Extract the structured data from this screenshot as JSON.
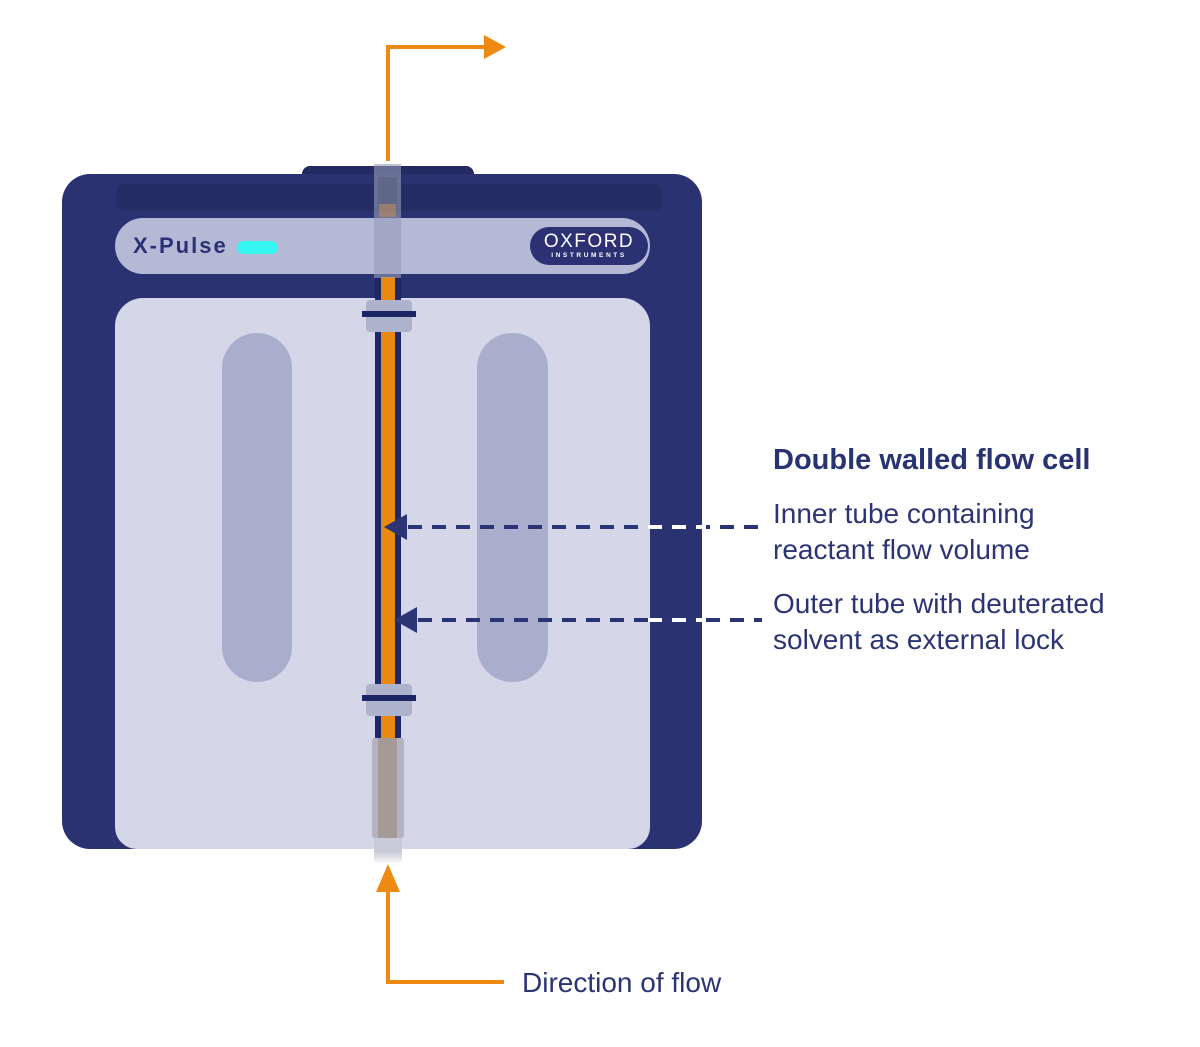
{
  "branding": {
    "product_name": "X-Pulse",
    "logo_primary": "OXFORD",
    "logo_secondary": "INSTRUMENTS"
  },
  "annotations": {
    "title": "Double walled flow cell",
    "labels": [
      {
        "line1": "Inner tube containing",
        "line2": "reactant flow volume"
      },
      {
        "line1": "Outer tube with deuterated",
        "line2": "solvent as external lock"
      }
    ],
    "flow_label": "Direction of flow"
  },
  "colors": {
    "body_navy": "#2b3272",
    "dark_navy": "#232a61",
    "tube_wall_navy": "#1d2769",
    "accent_orange": "#ee8a12",
    "tube_orange": "#e98a0e",
    "indicator_cyan": "#35f6f0",
    "header_lavender": "#b4b9d6",
    "panel_lavender": "#d5d7e8",
    "slot_lavender": "#a9aecd",
    "fitting_gray": "#aeb3cd",
    "text_navy": "#2b3474"
  }
}
